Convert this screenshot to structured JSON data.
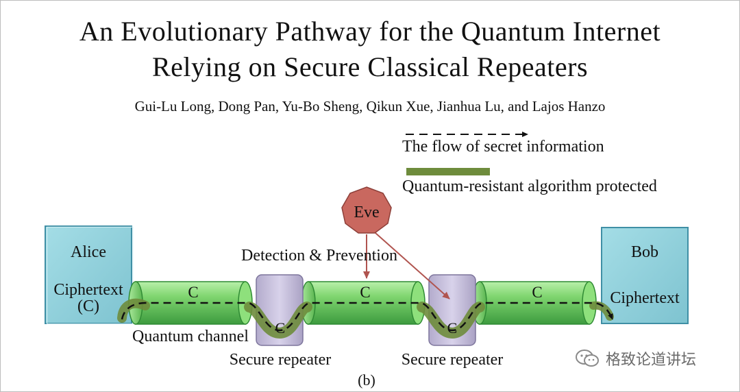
{
  "paper": {
    "title_line1": "An Evolutionary Pathway for the Quantum Internet",
    "title_line2": "Relying on Secure Classical Repeaters",
    "authors": "Gui-Lu Long, Dong Pan, Yu-Bo Sheng, Qikun Xue, Jianhua Lu, and Lajos Hanzo"
  },
  "legend": {
    "flow_label": "The flow of secret information",
    "protected_label": "Quantum-resistant algorithm protected"
  },
  "nodes": {
    "alice": "Alice",
    "alice_cipher_line1": "Ciphertext",
    "alice_cipher_line2": "(C)",
    "bob": "Bob",
    "bob_cipher": "Ciphertext",
    "eve": "Eve"
  },
  "labels": {
    "detection": "Detection & Prevention",
    "quantum_channel": "Quantum channel",
    "repeater1": "Secure repeater",
    "repeater2": "Secure repeater",
    "channel_c": "C",
    "repeater_c": "C",
    "subfigure": "(b)"
  },
  "watermark": {
    "text": "格致论道讲坛",
    "icon": "wechat-icon"
  },
  "colors": {
    "box_fill": "#8fcfda",
    "box_edge": "#3f8fa5",
    "tube": "#7ed36e",
    "tube_dark": "#2f8a34",
    "repeater": "#c9c2dd",
    "protected": "#6e8c3c",
    "eve": "#c9685f",
    "eve_arrow": "#b0544f"
  }
}
